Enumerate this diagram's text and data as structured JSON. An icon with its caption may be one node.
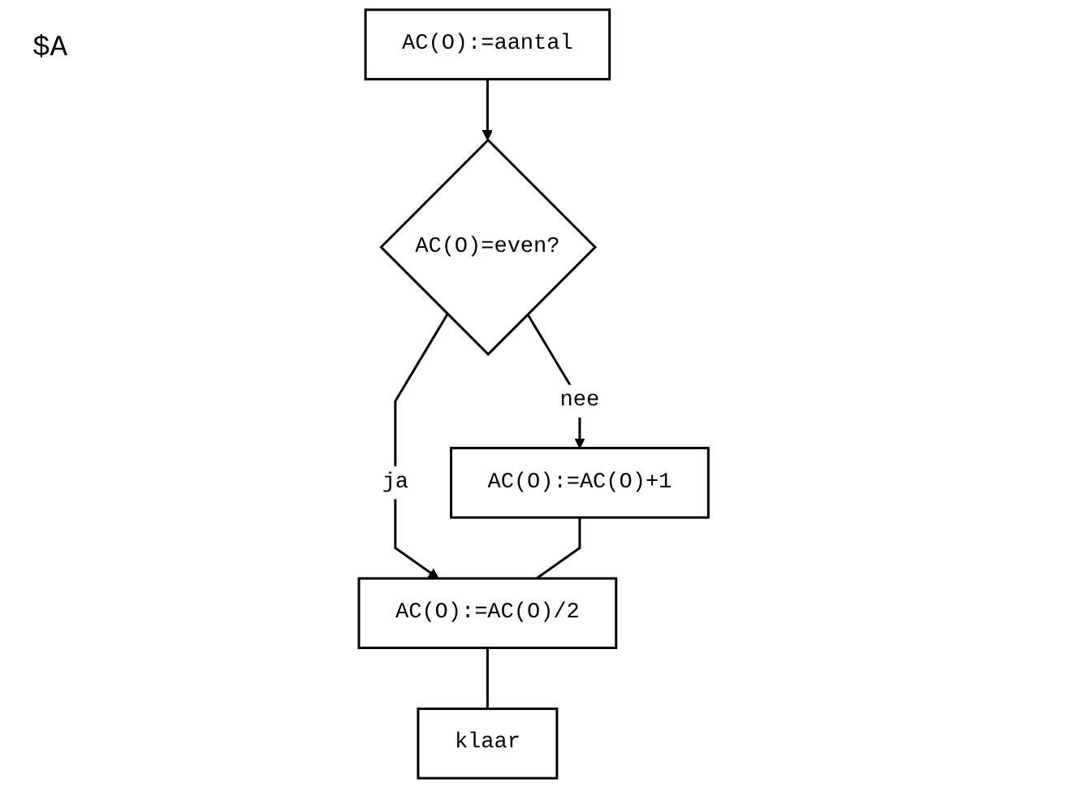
{
  "diagram": {
    "nodes": [
      {
        "text": [
          "AC(O):=aantal"
        ]
      },
      {
        "text": [
          "AC(O)=even?"
        ]
      },
      {
        "text": [
          "AC(O):=AC(O)+1"
        ]
      },
      {
        "text": [
          "AC(O):=AC(O)/2"
        ]
      },
      {
        "text": [
          "klaar"
        ]
      }
    ],
    "edges": [
      {
        "from": 0,
        "to": 1,
        "arrow": "to"
      },
      {
        "from": 1,
        "to": 2,
        "arrow": "to",
        "label": "nee"
      },
      {
        "from": 1,
        "to": 3,
        "arrow": "to",
        "label": "ja"
      },
      {
        "from": 2,
        "to": 3,
        "arrow": "none"
      },
      {
        "from": 3,
        "to": 4,
        "arrow": "none"
      }
    ],
    "labels": [
      "$A"
    ]
  }
}
